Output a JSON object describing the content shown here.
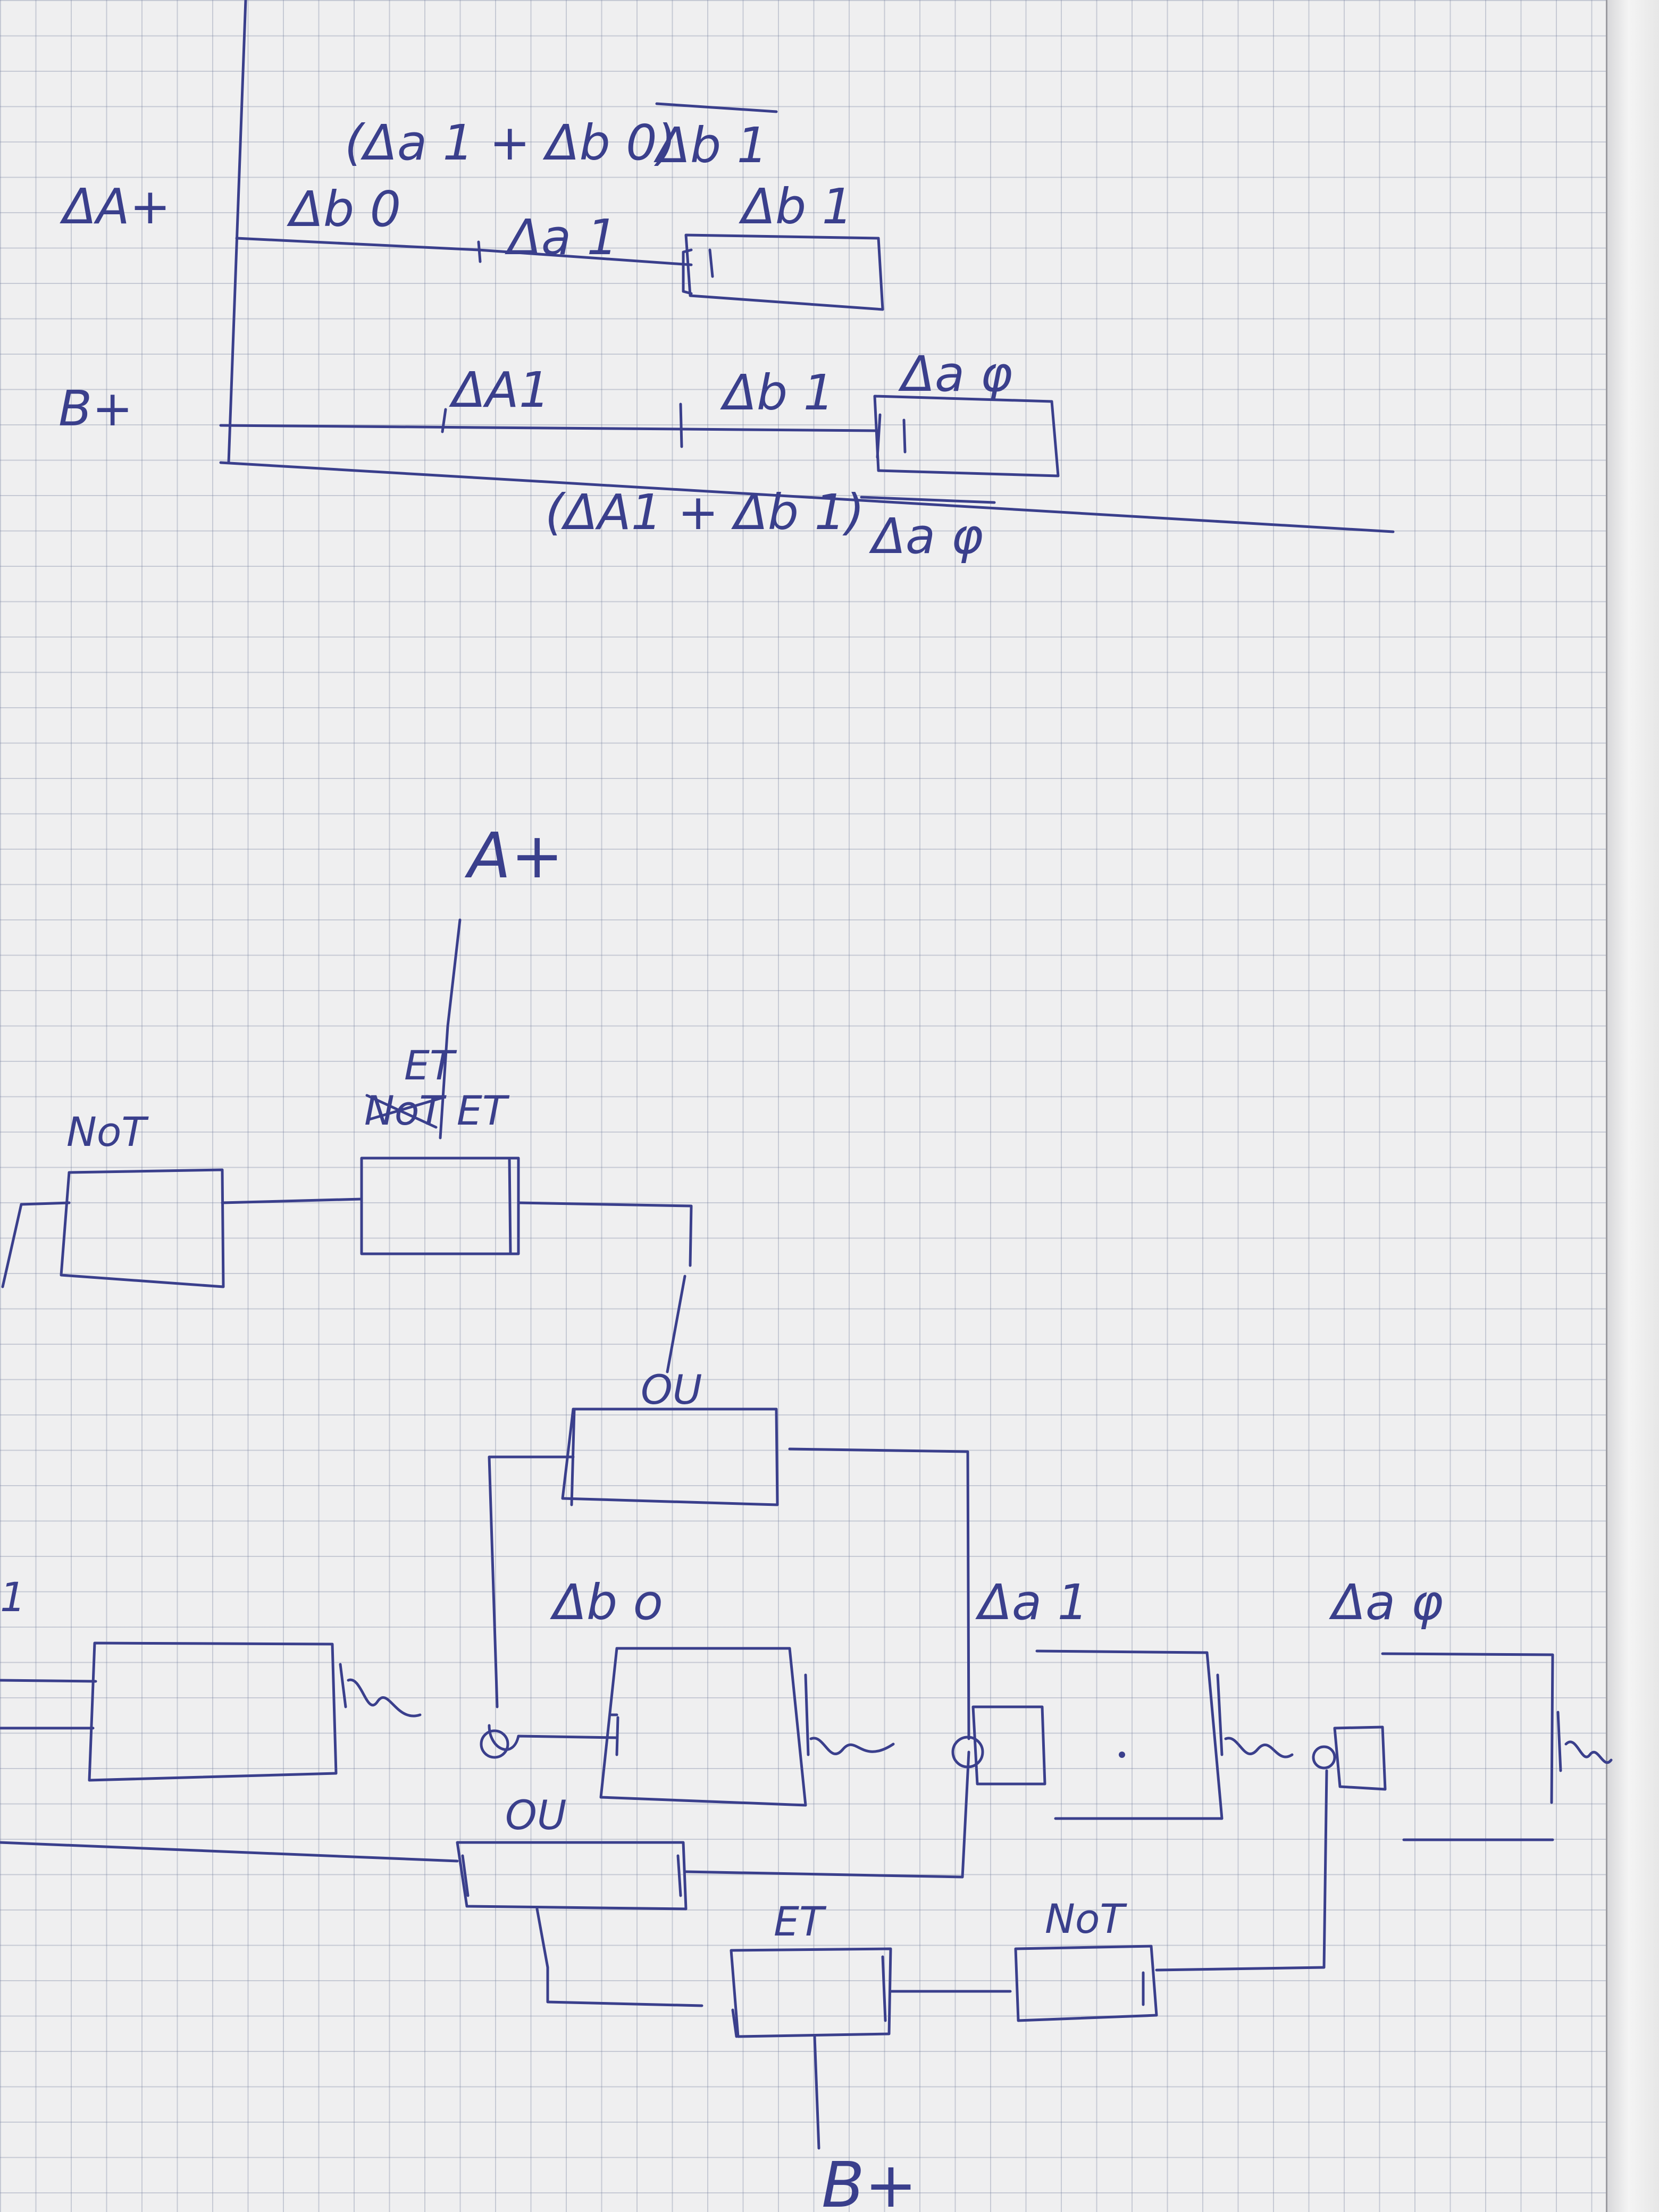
{
  "grafcet": {
    "row_a": {
      "output": "ΔA+",
      "equation_open": "(Δa 1 + Δb 0)",
      "equation_bar": "Δb 1",
      "contact_1": "Δb 0",
      "contact_2": "Δa 1",
      "contact_3": "Δb 1"
    },
    "row_b": {
      "output": "B+",
      "contact_1": "ΔA1",
      "contact_2": "Δb 1",
      "contact_3": "Δa φ",
      "equation_open": "(ΔA1 + Δb 1)",
      "equation_bar": "Δa φ"
    }
  },
  "logic": {
    "output_top": "A+",
    "gate_et_top": "ET",
    "gate_et_top_struck": "NoT ET",
    "gate_not_top": "NoT",
    "gate_ou_top": "OU",
    "sensor_1": "Δb o",
    "sensor_2": "Δa 1",
    "sensor_3": "Δa φ",
    "gate_ou_bottom": "OU",
    "gate_et_bottom": "ET",
    "gate_not_bottom": "NoT",
    "output_bottom": "B+",
    "edge_fragment": "1"
  }
}
